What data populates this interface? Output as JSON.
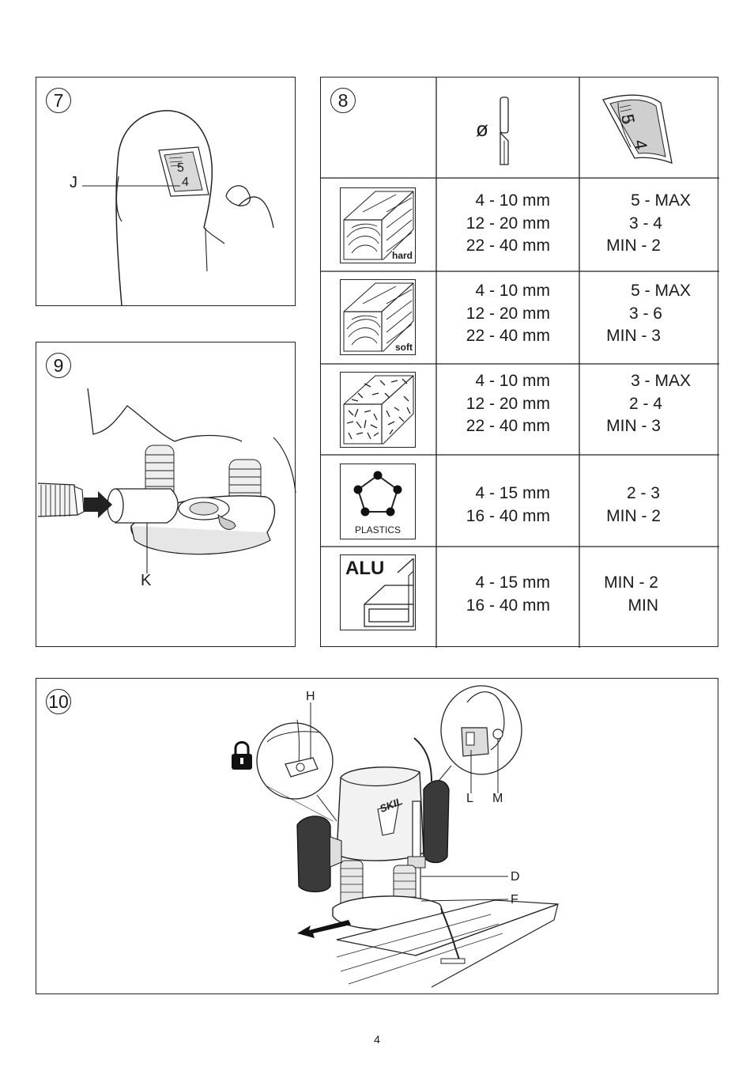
{
  "fig7": {
    "number": "7",
    "label_j": "J",
    "scale": [
      "5",
      "4"
    ]
  },
  "fig9": {
    "number": "9",
    "label_k": "K"
  },
  "fig8": {
    "number": "8",
    "header_symbol": "ø",
    "header_scale": [
      "5",
      "4"
    ],
    "rows": [
      {
        "icon_text": "hard",
        "sizes": [
          "4 - 10 mm",
          "12 - 20 mm",
          "22 - 40 mm"
        ],
        "settings": [
          "5 - MAX",
          "3 - 4",
          "MIN - 2"
        ]
      },
      {
        "icon_text": "soft",
        "sizes": [
          "4 - 10 mm",
          "12 - 20 mm",
          "22 - 40 mm"
        ],
        "settings": [
          "5 - MAX",
          "3 - 6",
          "MIN - 3"
        ]
      },
      {
        "icon_text": "",
        "sizes": [
          "4 - 10 mm",
          "12 - 20 mm",
          "22 - 40 mm"
        ],
        "settings": [
          "3 - MAX",
          "2 - 4",
          "MIN - 3"
        ]
      },
      {
        "icon_text": "PLASTICS",
        "sizes": [
          "4 - 15 mm",
          "16 - 40 mm"
        ],
        "settings": [
          "2 - 3",
          "MIN - 2"
        ]
      },
      {
        "icon_text": "ALU",
        "sizes": [
          "4 - 15 mm",
          "16 - 40 mm"
        ],
        "settings": [
          "MIN - 2",
          "MIN"
        ]
      }
    ]
  },
  "fig10": {
    "number": "10",
    "label_h": "H",
    "label_l": "L",
    "label_m": "M",
    "label_d": "D",
    "label_f": "F",
    "brand": "SKIL"
  },
  "page_number": "4"
}
